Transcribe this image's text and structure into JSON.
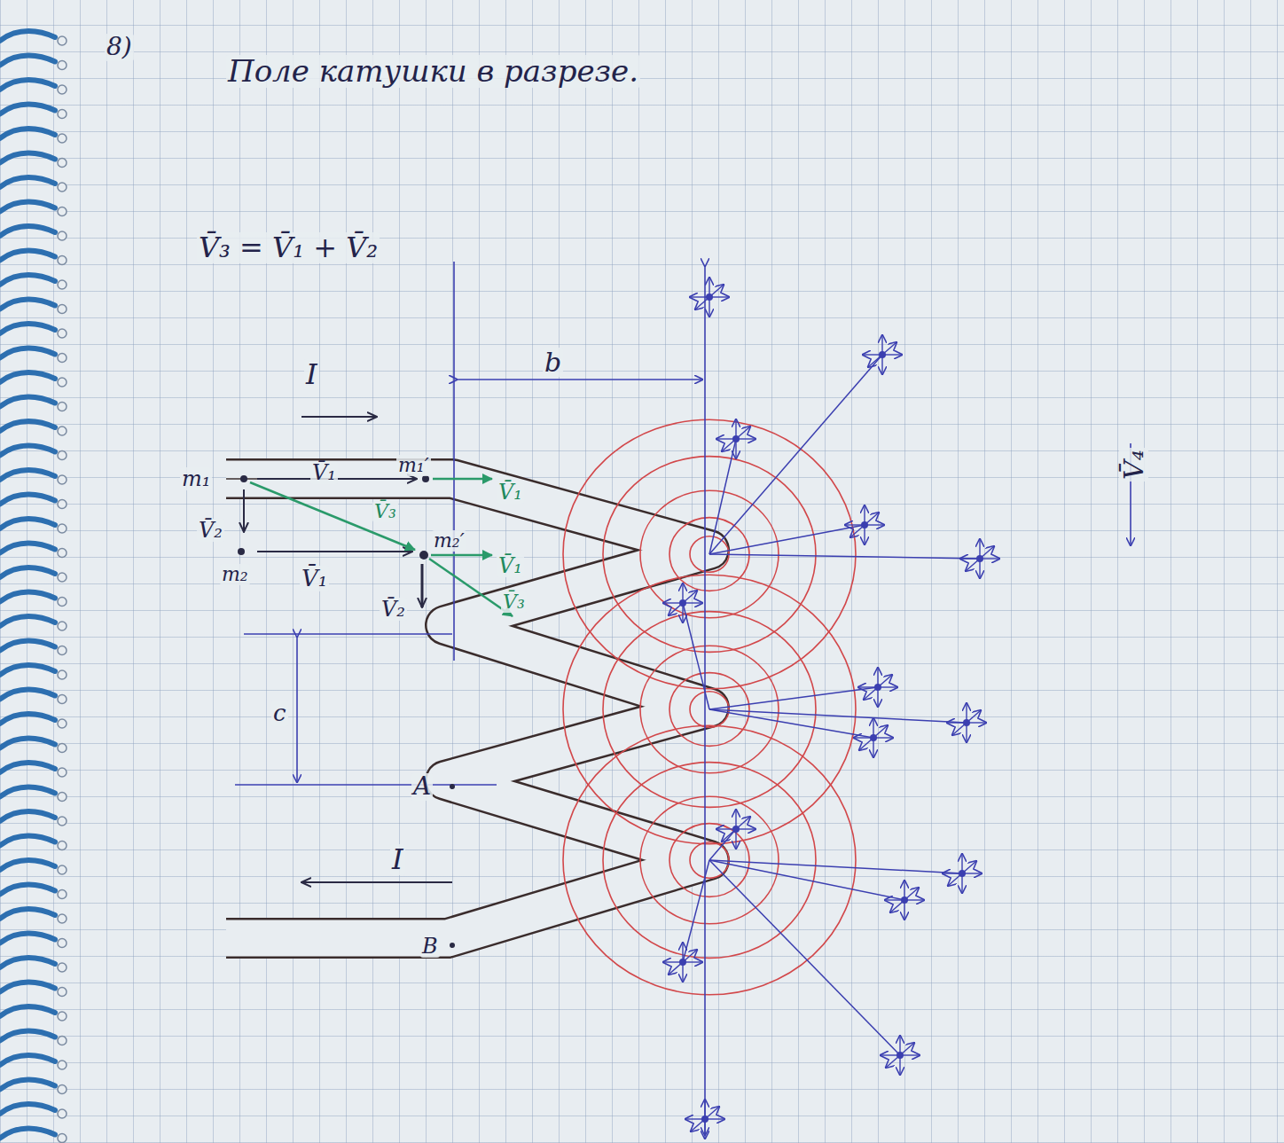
{
  "diagram": {
    "title": "Поле катушки в разрезе.",
    "labels": [
      "8)",
      "V̄₃ = V̄₁ + V̄₂",
      "b",
      "I",
      "m₁",
      "V̄₁",
      "m₁′",
      "V̄₁",
      "V̄₃",
      "V̄₂",
      "m₂",
      "V̄₁",
      "m₂′",
      "V̄₁",
      "V̄₂",
      "V̄₃",
      "c",
      "A",
      "I",
      "B",
      "V̄₄"
    ]
  }
}
